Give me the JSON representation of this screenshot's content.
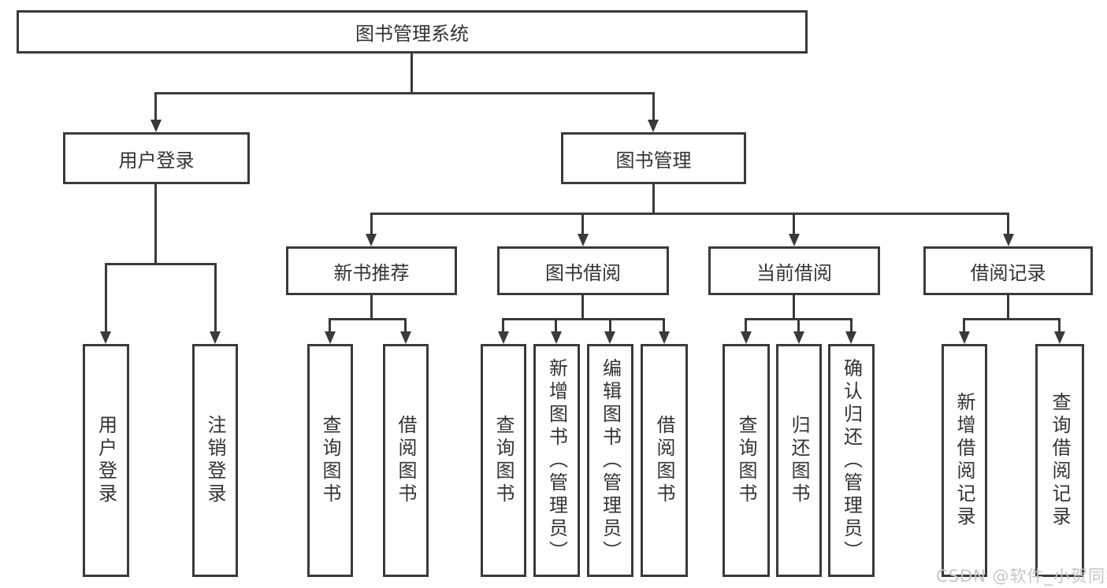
{
  "diagram": {
    "root": {
      "label": "图书管理系统"
    },
    "branches": [
      {
        "label": "用户登录",
        "children": [
          {
            "label": "用户登录"
          },
          {
            "label": "注销登录"
          }
        ]
      },
      {
        "label": "图书管理",
        "children": [
          {
            "label": "新书推荐",
            "children": [
              {
                "label": "查询图书"
              },
              {
                "label": "借阅图书"
              }
            ]
          },
          {
            "label": "图书借阅",
            "children": [
              {
                "label": "查询图书"
              },
              {
                "label": "新增图书（管理员）"
              },
              {
                "label": "编辑图书（管理员）"
              },
              {
                "label": "借阅图书"
              }
            ]
          },
          {
            "label": "当前借阅",
            "children": [
              {
                "label": "查询图书"
              },
              {
                "label": "归还图书"
              },
              {
                "label": "确认归还（管理员）"
              }
            ]
          },
          {
            "label": "借阅记录",
            "children": [
              {
                "label": "新增借阅记录"
              },
              {
                "label": "查询借阅记录"
              }
            ]
          }
        ]
      }
    ]
  },
  "watermark": {
    "text": "CSDN @软件_小贺同学"
  },
  "colors": {
    "line": "#3a3a3a",
    "text": "#333333",
    "background": "#ffffff",
    "watermark": "#c6c6c6"
  }
}
